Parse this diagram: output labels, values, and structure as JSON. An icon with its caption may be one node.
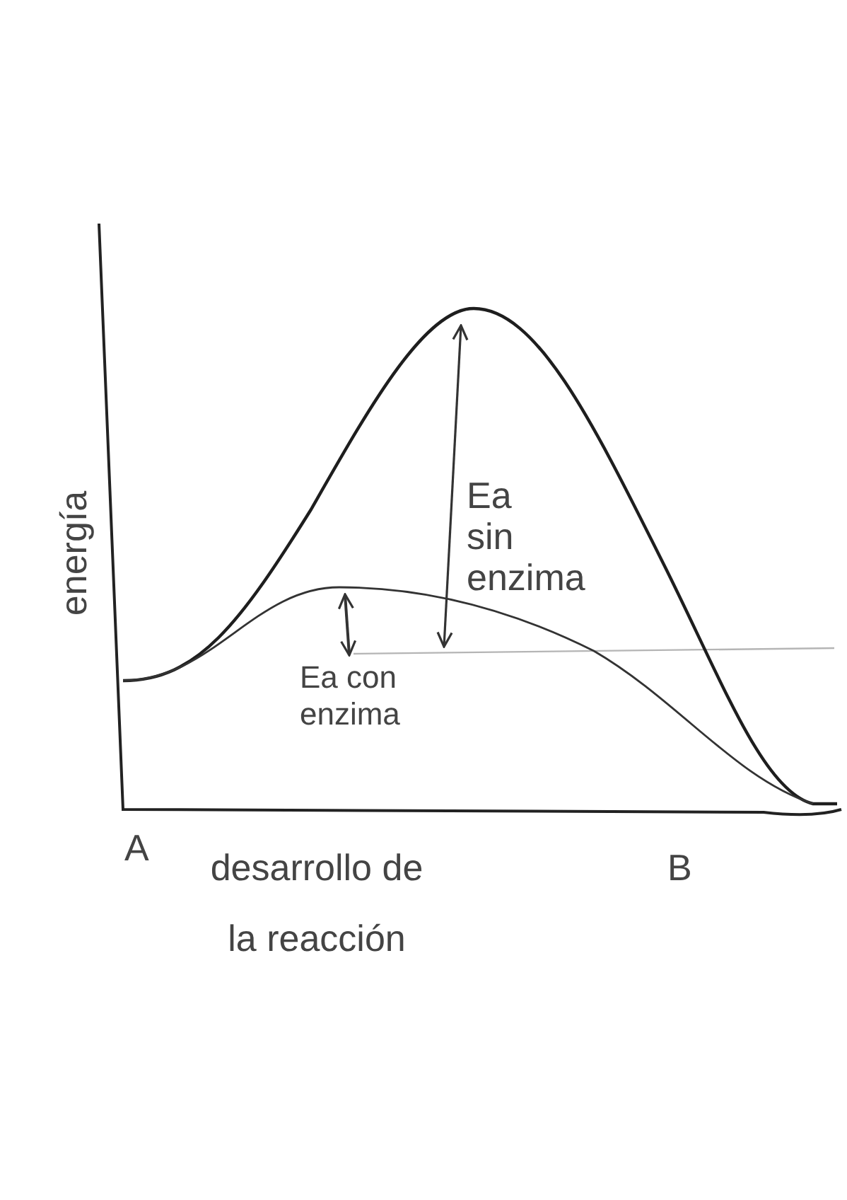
{
  "diagram": {
    "labels": [
      "energía",
      "Ea sin enzima",
      "Ea con enzima",
      "A",
      "desarrollo de la reacción",
      "B"
    ]
  }
}
